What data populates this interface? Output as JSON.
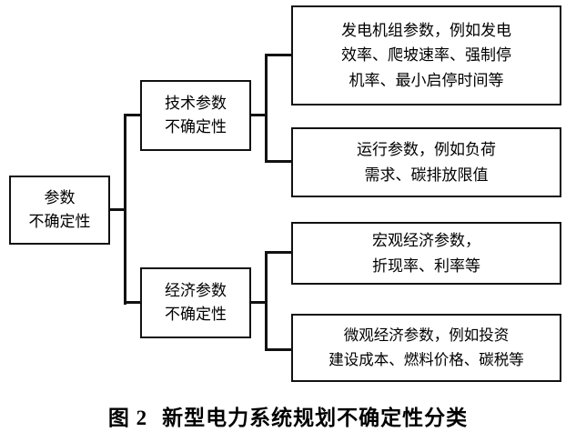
{
  "figure": {
    "caption_label": "图 2",
    "caption_title": "新型电力系统规划不确定性分类"
  },
  "diagram": {
    "type": "tree",
    "orientation": "left-to-right",
    "root": {
      "line1": "参数",
      "line2": "不确定性"
    },
    "branches": [
      {
        "id": "technical",
        "line1": "技术参数",
        "line2": "不确定性",
        "leaves": [
          {
            "id": "generator-parameters",
            "line1": "发电机组参数，例如发电",
            "line2": "效率、爬坡速率、强制停",
            "line3": "机率、最小启停时间等"
          },
          {
            "id": "operation-parameters",
            "line1": "运行参数，例如负荷",
            "line2": "需求、碳排放限值"
          }
        ]
      },
      {
        "id": "economic",
        "line1": "经济参数",
        "line2": "不确定性",
        "leaves": [
          {
            "id": "macroeconomic-parameters",
            "line1": "宏观经济参数，",
            "line2": "折现率、利率等"
          },
          {
            "id": "microeconomic-parameters",
            "line1": "微观经济参数，例如投资",
            "line2": "建设成本、燃料价格、碳税等"
          }
        ]
      }
    ],
    "colors": {
      "box_border": "#111111",
      "connector": "#111111",
      "background": "#ffffff",
      "text": "#000000"
    }
  }
}
